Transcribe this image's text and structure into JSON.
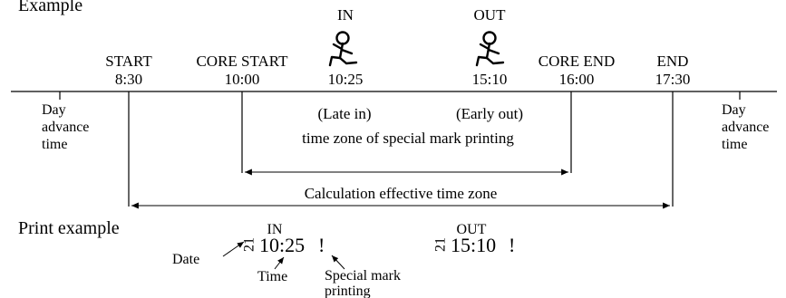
{
  "heading": "Example",
  "timeline": {
    "points": [
      {
        "id": "start",
        "label": "START",
        "time": "8:30"
      },
      {
        "id": "core-start",
        "label": "CORE START",
        "time": "10:00"
      },
      {
        "id": "in",
        "label": "IN",
        "time": "10:25"
      },
      {
        "id": "out",
        "label": "OUT",
        "time": "15:10"
      },
      {
        "id": "core-end",
        "label": "CORE END",
        "time": "16:00"
      },
      {
        "id": "end",
        "label": "END",
        "time": "17:30"
      }
    ],
    "day_advance_left": [
      "Day",
      "advance",
      "time"
    ],
    "day_advance_right": [
      "Day",
      "advance",
      "time"
    ]
  },
  "zones": {
    "late_in": "(Late in)",
    "early_out": "(Early out)",
    "special_zone": "time zone of special mark printing",
    "effective_zone": "Calculation effective time zone"
  },
  "print_example": {
    "title": "Print example",
    "in_label": "IN",
    "out_label": "OUT",
    "in_date": "21",
    "in_time": "10:25",
    "in_mark": "!",
    "out_date": "21",
    "out_time": "15:10",
    "out_mark": "!",
    "annotations": {
      "date": "Date",
      "time": "Time",
      "special_line1": "Special mark",
      "special_line2": "printing"
    }
  },
  "icons": [
    "running-person-icon",
    "running-person-icon"
  ],
  "colors": {
    "ink": "#000000",
    "background": "#ffffff"
  }
}
